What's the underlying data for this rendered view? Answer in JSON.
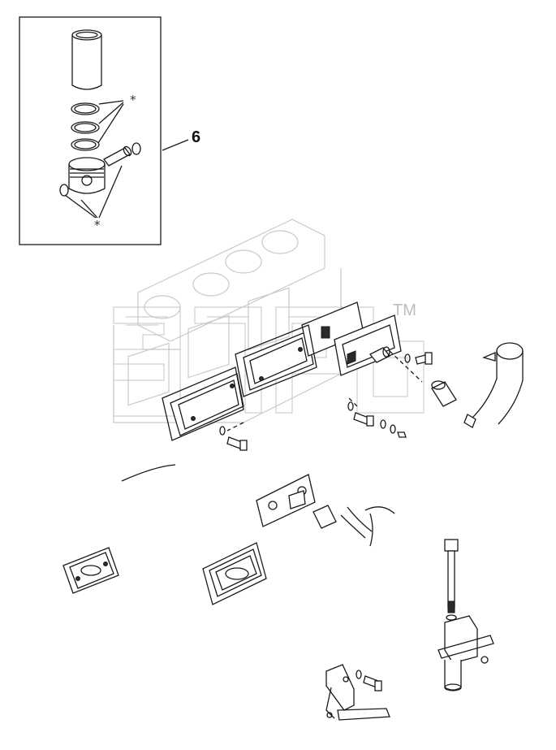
{
  "callouts": {
    "kit_number": "6"
  },
  "marks": {
    "star_top": "*",
    "star_bottom": "*",
    "trademark": "TM"
  },
  "colors": {
    "line": "#1a1a1a",
    "watermark": "#c9c9c9",
    "background": "#ffffff"
  },
  "icons": {
    "kit_box": "piston-kit-box",
    "watermark": "brand-watermark-logo"
  }
}
